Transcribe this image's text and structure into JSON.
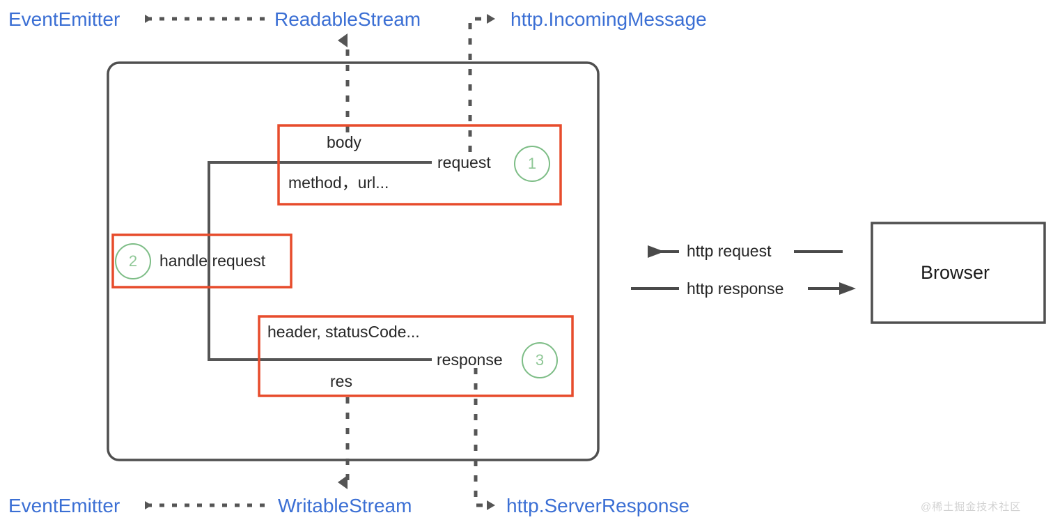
{
  "diagram": {
    "title": "Node.js http request/response flow",
    "colors": {
      "blue": "#3b6fd4",
      "red": "#e74c2c",
      "green": "#7dbd86",
      "gray": "#555555",
      "dark_text": "#262626",
      "watermark": "#d2d2d2"
    },
    "top_row": {
      "event_emitter": "EventEmitter",
      "readable_stream": "ReadableStream",
      "incoming_message": "http.IncomingMessage"
    },
    "bottom_row": {
      "event_emitter": "EventEmitter",
      "writable_stream": "WritableStream",
      "server_response": "http.ServerResponse"
    },
    "request_box": {
      "body": "body",
      "fields": "method，url...",
      "label": "request",
      "number": "1"
    },
    "handle_box": {
      "label": "handle request",
      "number": "2"
    },
    "response_box": {
      "header": "header, statusCode...",
      "res": "res",
      "label": "response",
      "number": "3"
    },
    "browser": {
      "label": "Browser",
      "http_request": "http request",
      "http_response": "http response"
    },
    "watermark": "@稀土掘金技术社区"
  }
}
